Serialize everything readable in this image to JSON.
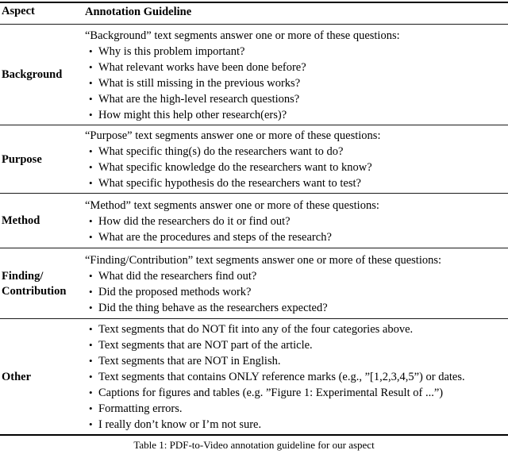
{
  "table": {
    "header": {
      "aspect": "Aspect",
      "guideline": "Annotation Guideline"
    },
    "rows": [
      {
        "aspect": "Background",
        "intro": "“Background” text segments answer one or more of these questions:",
        "bullets": [
          "Why is this problem important?",
          "What relevant works have been done before?",
          "What is still missing in the previous works?",
          "What are the high-level research questions?",
          "How might this help other research(ers)?"
        ]
      },
      {
        "aspect": "Purpose",
        "intro": "“Purpose” text segments answer one or more of these questions:",
        "bullets": [
          "What specific thing(s) do the researchers want to do?",
          "What specific knowledge do the researchers want to know?",
          "What specific hypothesis do the researchers want to test?"
        ]
      },
      {
        "aspect": "Method",
        "intro": "“Method” text segments answer one or more of these questions:",
        "bullets": [
          "How did the researchers do it or find out?",
          "What are the procedures and steps of the research?"
        ]
      },
      {
        "aspect": "Finding/\nContribution",
        "aspect_line1": "Finding/",
        "aspect_line2": "Contribution",
        "intro": "“Finding/Contribution” text segments answer one or more of these questions:",
        "bullets": [
          "What did the researchers find out?",
          "Did the proposed methods work?",
          "Did the thing behave as the researchers expected?"
        ]
      },
      {
        "aspect": "Other",
        "intro": "",
        "bullets": [
          "Text segments that do NOT fit into any of the four categories above.",
          "Text segments that are NOT part of the article.",
          "Text segments that are NOT in English.",
          "Text segments that contains ONLY reference marks (e.g., ”[1,2,3,4,5”) or dates.",
          "Captions for figures and tables (e.g. ”Figure 1: Experimental Result of ...”)",
          "Formatting errors.",
          "I really don’t know or I’m not sure."
        ]
      }
    ]
  },
  "caption": {
    "text": "Table 1: PDF-to-Video annotation guideline for our aspect"
  },
  "colors": {
    "text": "#000000",
    "rule": "#000000",
    "background": "#ffffff"
  }
}
